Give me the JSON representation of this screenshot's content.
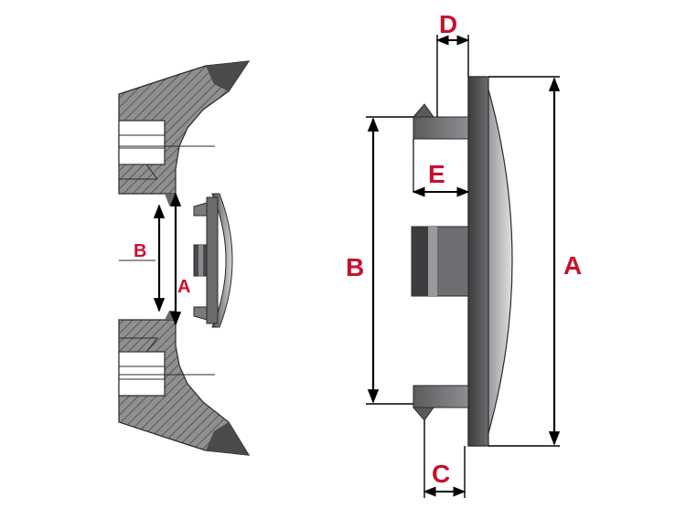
{
  "labels": {
    "left_b": "B",
    "left_a": "A",
    "right_d": "D",
    "right_e": "E",
    "right_b": "B",
    "right_a": "A",
    "right_c": "C"
  },
  "colors": {
    "label_red": "#c8102e",
    "metal_dark": "#4a4a4c",
    "metal_mid": "#8a8a8e",
    "metal_light": "#c9c9cc",
    "section_fill": "#8c8c8c",
    "line": "#000000"
  }
}
